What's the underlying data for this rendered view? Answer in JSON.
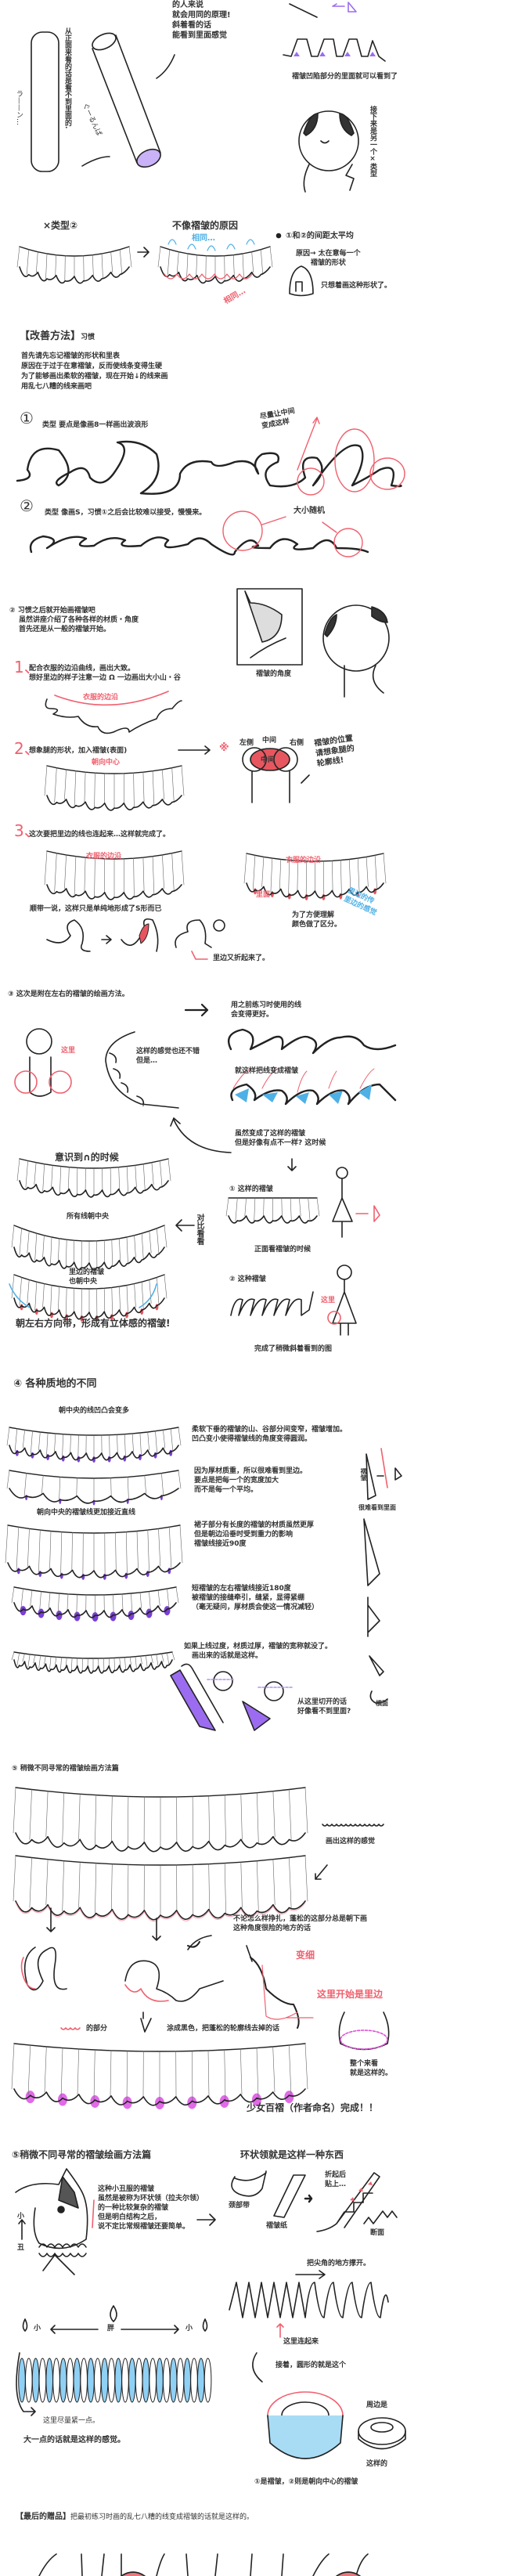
{
  "intro": {
    "note_lines": [
      "的人来说",
      "就会用同的原理!",
      "斜着看的话",
      "能看到里面感觉"
    ],
    "tube_front": "从正面来看的话是看不到里面的.",
    "tube_sfx_left": "ラ——ン…",
    "tube_sfx_right": "ぐーるんぱ",
    "inner_caption": "褶皱凹陷部分的里面就可以看到了",
    "face_note": "接下来是另一个×类型"
  },
  "type2": {
    "label": "×类型②",
    "reason_title": "不像褶皱的原因",
    "same_blue": "相同…",
    "same_red": "相同…",
    "point": "①和②的间距太平均",
    "cause_lines": [
      "原因→ 太在意每一个",
      "褶皱的形状"
    ],
    "only_shape": "只想着画这种形状了。"
  },
  "improve": {
    "title": "【改善方法】",
    "subtitle": "习惯",
    "lines": [
      "首先请先忘记褶皱的形状和里表",
      "原因在于过于在意褶皱，反而使线条变得生硬",
      "为了能够画出柔软的褶皱，现在开始↓的线来画",
      "用乱七八糟的线来画吧"
    ],
    "type1_num": "①",
    "type1": "类型  要点是像画8一样画出波浪形",
    "type1_note": [
      "尽量让中间",
      "变成这样"
    ],
    "type2_num": "②",
    "type2": "类型  像画S，习惯①之后会比较难以接受，慢慢来。",
    "random_size": "大小随机"
  },
  "step_section": {
    "intro_lines": [
      "② 习惯之后就开始画褶皱吧",
      "虽然讲座介绍了各种各样的材质・角度",
      "首先还是从一般的褶皱开始。"
    ],
    "box_caption": "褶皱的角度",
    "step1_num": "1、",
    "step1_lines": [
      "配合衣服的边沿曲线，画出大致。",
      "想好里边的样子注意一边 Ω 一边画出大小山・谷"
    ],
    "edge_label": "衣服的边沿",
    "step2_num": "2、",
    "step2": "想象腿的形状，加入褶皱(表面)",
    "toward_center": "朝向中心",
    "mark": "※",
    "legs_labels": [
      "左侧",
      "中间",
      "右侧"
    ],
    "legs_center": "中间",
    "legs_note": [
      "褶皱的位置",
      "请想象腿的",
      "轮廓线!"
    ],
    "step3_num": "3、",
    "step3": "这次要把里边的线也连起来…这样就完成了。",
    "edge_label2": "衣服的边沿",
    "edge_label3": "衣服的边沿",
    "inside_label": "里面",
    "inside_blue": [
      "里边的传",
      "里边的感觉"
    ],
    "color_note": [
      "为了方便理解",
      "颜色做了区分。"
    ],
    "by_the_way": "顺带一说，这样只是单纯地形成了S形而已",
    "fold_again": "里边又折起来了。"
  },
  "side_section": {
    "title": "③ 这次是附在左右的褶皱的绘画方法。",
    "here": "这里",
    "feels_ok": [
      "这样的感觉也还不错",
      "但是…"
    ],
    "use_lines": [
      "用之前练习时使用的线",
      "会变得更好。"
    ],
    "make_ruffle": "就这样把线变成褶皱",
    "but_different": [
      "虽然变成了这样的褶皱",
      "但是好像有点不一样? 这时候"
    ],
    "aware": "意识到∩的时候",
    "all_center": "所有线朝中央",
    "inner_center": [
      "里边的褶皱",
      "也朝中央"
    ],
    "compare": "对比看看",
    "conclusion": "朝左右方向带，形成有立体感的褶皱!",
    "r1": "① 这样的褶皱",
    "front_view": "正面看褶皱的时候",
    "r2": "② 这种褶皱",
    "here2": "这里",
    "done_diag": "完成了稍微斜着看到的图"
  },
  "material": {
    "title": "④ 各种质地的不同",
    "center_more": "朝中央的线凹凸会变多",
    "soft_lines": [
      "柔软下垂的褶皱的山、谷部分间变窄，褶皱增加。",
      "凹凸变小使得褶皱线的角度变得圆润。"
    ],
    "thick_lines": [
      "因为厚材质重，所以很难看到里边。",
      "要点是把每一个的宽度加大",
      "而不是每一个平均。"
    ],
    "near_straight": "朝向中央的褶皱线更加接近直线",
    "skirt_lines": [
      "裙子部分有长度的褶皱的材质虽然更厚",
      "但是朝边沿垂时受到重力的影响",
      "褶皱线接近90度"
    ],
    "tight_lines": [
      "短褶皱的左右褶皱线接近180度",
      "被褶皱的接缝牵引，缝紧，显得紧绷",
      "（毫无疑问，厚材质会使这一情况减轻）"
    ],
    "overdone_lines": [
      "如果上线过度，材质过厚，褶皱的宽称就没了。",
      "画出来的话就是这样。"
    ],
    "cut_lines": [
      "从这里切开的话",
      "好像看不到里面?"
    ],
    "side_note": "很难看到里面",
    "side_label": "褶皱",
    "cross": "横面"
  },
  "special": {
    "title": "⑤ 稍微不同寻常的褶皱绘画方法篇",
    "feel": "画出这样的感觉",
    "struggle_lines": [
      "不论怎么样挣扎，蓬松的这部分总是朝下画",
      "这种角度很险的地方的话"
    ],
    "thinner": "变细",
    "inner_start": "这里开始是里边",
    "part": "的部分",
    "paint_black": "涂成黑色，把蓬松的轮廓线去掉的话",
    "whole_lines": [
      "整个来看",
      "就是这样的。"
    ],
    "done": "少女百褶（作者命名）完成！！"
  },
  "ruff": {
    "title": "⑤稍微不同寻常的褶皱绘画方法篇",
    "what_is": "环状领就是这样一种东西",
    "clown_lines": [
      "这种小丑服的褶皱",
      "虽然是被称为环状领（拉夫尔领）",
      "的一种比较复杂的褶皱",
      "但是明白结构之后，",
      "说不定比常规褶皱还要简单。"
    ],
    "clown_small": "小",
    "clown_ugly": "丑",
    "neckband": "颈部带",
    "paper": "褶皱纸",
    "fold_lines": [
      "折起后",
      "贴上…"
    ],
    "section": "断面",
    "spread": "把尖角的地方撑开。",
    "connect": "这里连起来",
    "then_round": "接着，圆形的就是这个",
    "small_left": "小",
    "fat": "胖",
    "small_right": "小",
    "tight": "这里尽量紧一点。",
    "bigger": "大一点的话就是这样的感觉。",
    "around_lines": [
      "周边是",
      "这样的"
    ],
    "legend": "①是褶皱，②则是朝向中心的褶皱"
  },
  "bonus": {
    "title": "【最后的赠品】",
    "text": "把最初练习时画的乱七八糟的线变成褶皱的话就是这样的。"
  },
  "colors": {
    "red": "#f0606e",
    "blue": "#4fb0e6",
    "purple": "#9b6cf0",
    "magenta": "#e06ae8"
  }
}
